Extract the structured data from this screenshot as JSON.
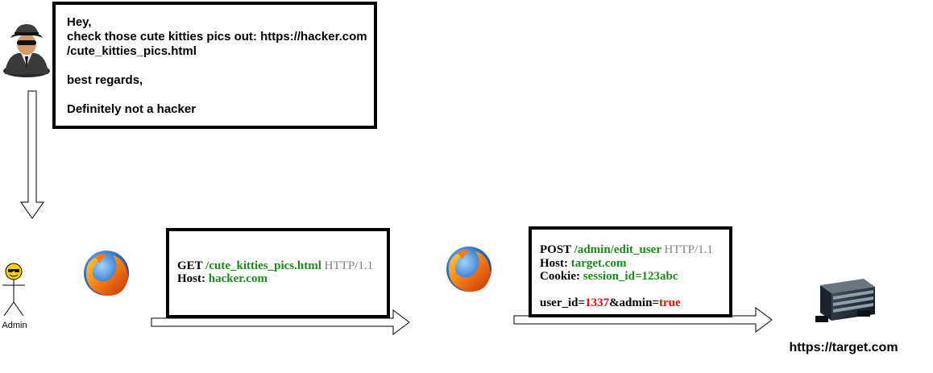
{
  "email": {
    "lines": [
      "Hey,",
      "check those cute kitties pics out: https://hacker.com",
      "/cute_kitties_pics.html",
      "",
      "best regards,",
      "",
      "Definitely not a hacker"
    ]
  },
  "admin": {
    "label": "Admin"
  },
  "request1": {
    "method": "GET",
    "path": "/cute_kitties_pics.html",
    "protocol": "HTTP/1.1",
    "host_key": "Host:",
    "host_value": "hacker.com"
  },
  "request2": {
    "method": "POST",
    "path": "/admin/edit_user",
    "protocol": "HTTP/1.1",
    "host_key": "Host:",
    "host_value": "target.com",
    "cookie_key": "Cookie:",
    "cookie_value": "session_id=123abc",
    "body_key1": "user_id=",
    "body_val1": "1337",
    "body_key2": "&admin=",
    "body_val2": "true"
  },
  "server": {
    "label": "https://target.com"
  },
  "colors": {
    "value_green": "#1a8a1a",
    "protocol_grey": "#808080",
    "payload_red": "#e01010"
  },
  "icons": {
    "hacker": "hacker-icon",
    "admin": "stick-figure-icon",
    "browser": "firefox-icon",
    "server": "server-icon"
  }
}
